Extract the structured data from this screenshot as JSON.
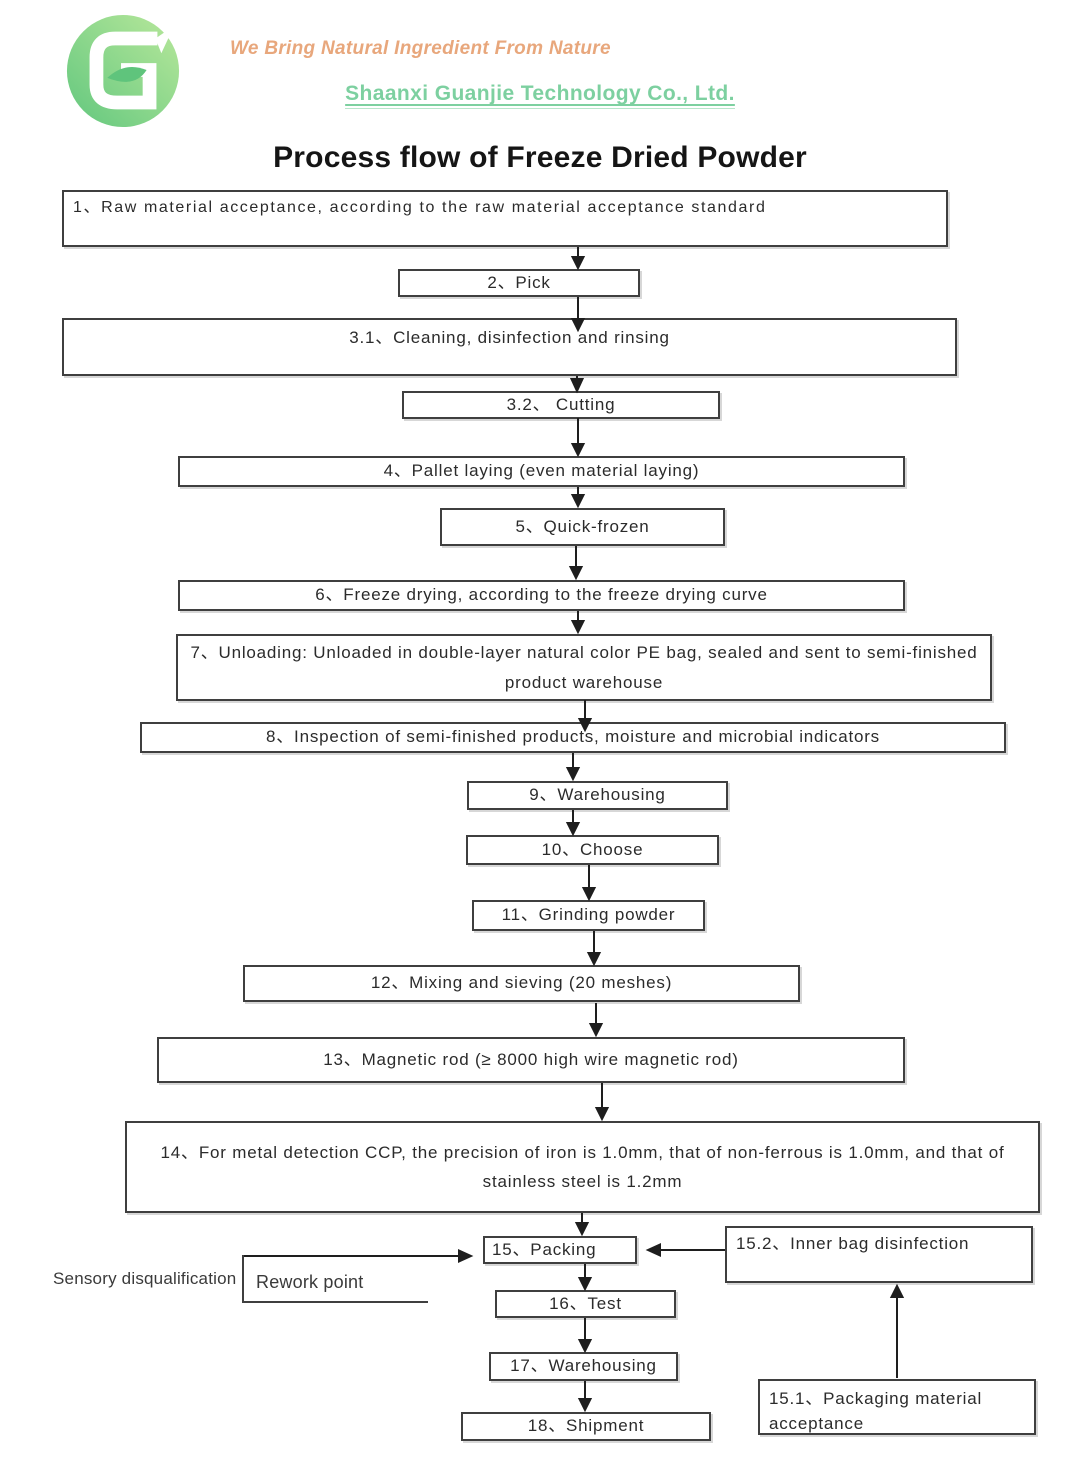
{
  "header": {
    "slogan": "We Bring Natural Ingredient From Nature",
    "company": "Shaanxi Guanjie Technology Co., Ltd."
  },
  "title": "Process flow of Freeze Dried Powder",
  "colors": {
    "slogan_text": "#E8A77C",
    "company_text": "#7DD0A0",
    "logo_green_light": "#B9E89B",
    "logo_green_dark": "#62C77E",
    "box_border": "#3F3F3F",
    "box_text": "#2B2B2B",
    "arrow": "#1E1E1E"
  },
  "flow": {
    "steps": {
      "s1": {
        "label": "1、Raw material acceptance, according to the raw material acceptance standard"
      },
      "s2": {
        "label": "2、Pick"
      },
      "s3_1": {
        "label": "3.1、Cleaning, disinfection and rinsing"
      },
      "s3_2": {
        "label": "3.2、 Cutting"
      },
      "s4": {
        "label": "4、Pallet laying (even material laying)"
      },
      "s5": {
        "label": "5、Quick-frozen"
      },
      "s6": {
        "label": "6、Freeze drying, according to the freeze drying curve"
      },
      "s7": {
        "label": "7、Unloading: Unloaded in double-layer natural color PE bag, sealed and sent to semi-finished product warehouse"
      },
      "s8": {
        "label": "8、Inspection of semi-finished products, moisture and microbial indicators"
      },
      "s9": {
        "label": "9、Warehousing"
      },
      "s10": {
        "label": "10、Choose"
      },
      "s11": {
        "label": "11、Grinding powder"
      },
      "s12": {
        "label": "12、Mixing and sieving (20 meshes)"
      },
      "s13": {
        "label": "13、Magnetic rod (≥ 8000 high wire magnetic rod)"
      },
      "s14": {
        "label": "14、For metal detection CCP, the precision of iron is 1.0mm, that of non-ferrous is 1.0mm, and that of stainless steel is 1.2mm"
      },
      "s15": {
        "label": "15、Packing"
      },
      "s15_1": {
        "label": "15.1、Packaging material acceptance"
      },
      "s15_2": {
        "label": "15.2、Inner bag disinfection"
      },
      "s16": {
        "label": "16、Test"
      },
      "s17": {
        "label": "17、Warehousing"
      },
      "s18": {
        "label": "18、Shipment"
      }
    },
    "annotations": {
      "sensory": "Sensory disqualification",
      "rework": "Rework point"
    }
  }
}
